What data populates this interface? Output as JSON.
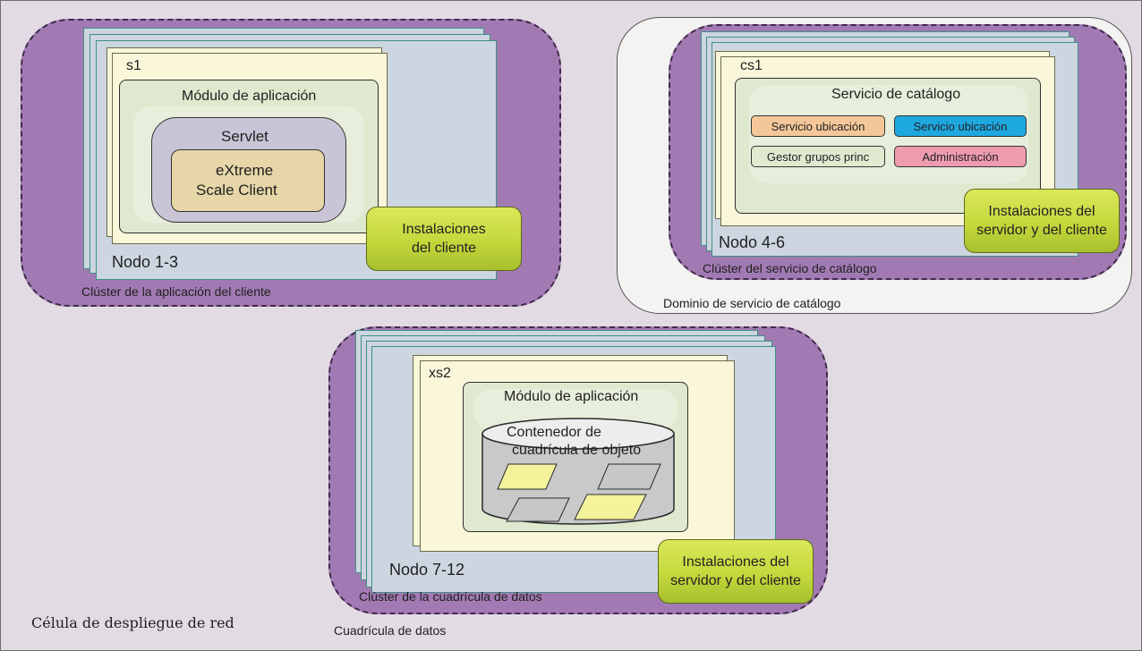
{
  "cell": {
    "label": "Célula de despliegue de red"
  },
  "client_cluster": {
    "label": "Clúster de la aplicación del cliente",
    "node_label": "Nodo 1-3",
    "server_label": "s1",
    "module_label": "Módulo de aplicación",
    "servlet_label": "Servlet",
    "client_line1": "eXtreme",
    "client_line2": "Scale Client",
    "install_line1": "Instalaciones",
    "install_line2": "del cliente"
  },
  "catalog_domain": {
    "label": "Dominio de servicio de catálogo",
    "cluster_label": "Clúster del servicio de catálogo",
    "node_label": "Nodo 4-6",
    "server_label": "cs1",
    "service_label": "Servicio de catálogo",
    "services": [
      {
        "label": "Servicio ubicación",
        "color": "#f4c79a"
      },
      {
        "label": "Servicio ubicación",
        "color": "#1ea8e0"
      },
      {
        "label": "Gestor grupos princ",
        "color": "#dfead0"
      },
      {
        "label": "Administración",
        "color": "#ee9bb0"
      }
    ],
    "install_line1": "Instalaciones del",
    "install_line2": "servidor y del cliente"
  },
  "data_grid": {
    "label": "Cuadrícula de datos",
    "cluster_label": "Clúster de la cuadrícula de datos",
    "node_label": "Nodo 7-12",
    "server_label": "xs2",
    "module_label": "Módulo de aplicación",
    "container_line1": "Contenedor de",
    "container_line2": "cuadrícula de objeto",
    "install_line1": "Instalaciones del",
    "install_line2": "servidor y del cliente"
  },
  "colors": {
    "cluster": "#a27ab3",
    "cell_background": "#e3dbe4",
    "install": "#c4d83c",
    "servlet": "#c9c5d6",
    "client": "#e6d6a8"
  }
}
